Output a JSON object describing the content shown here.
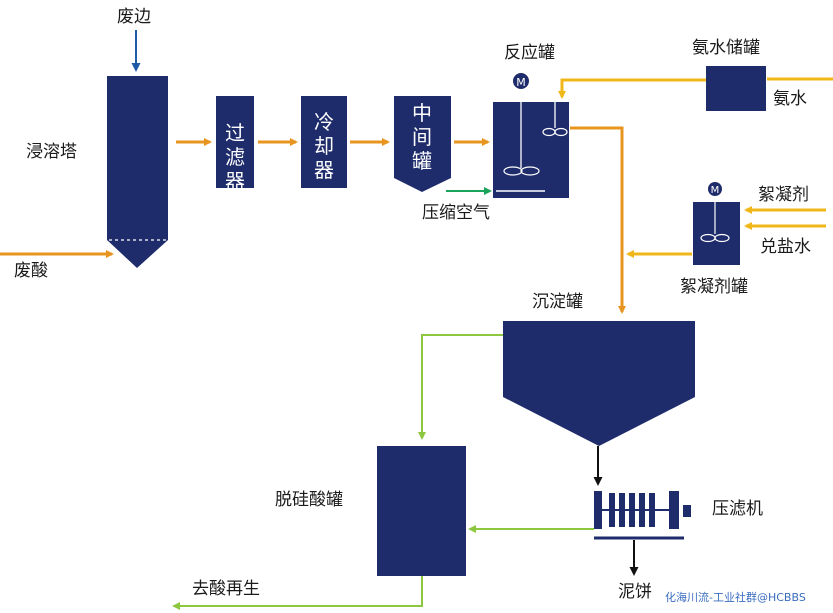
{
  "labels": {
    "waste_edge": "废边",
    "leaching_tower": "浸溶塔",
    "waste_acid": "废酸",
    "filter": "过滤器",
    "cooler": "冷却器",
    "intermediate_tank": "中间罐",
    "reaction_tank": "反应罐",
    "compressed_air": "压缩空气",
    "ammonia_tank": "氨水储罐",
    "ammonia": "氨水",
    "flocculant": "絮凝剂",
    "salt_water": "兑盐水",
    "flocculant_tank": "絮凝剂罐",
    "settling_tank": "沉淀罐",
    "desilication_tank": "脱硅酸罐",
    "filter_press": "压滤机",
    "mud_cake": "泥饼",
    "acid_regeneration": "去酸再生",
    "motor_symbol": "M"
  },
  "watermark": "化海川流-工业社群@HCBBS",
  "colors": {
    "equipment": "#1f2c6b",
    "acid_flow": "#e8951f",
    "reagent_flow": "#f0b718",
    "liquid_flow": "#8dc63f",
    "air_flow": "#1aa35a",
    "feed_flow": "#1f5aa6",
    "solid_flow": "#111111"
  }
}
